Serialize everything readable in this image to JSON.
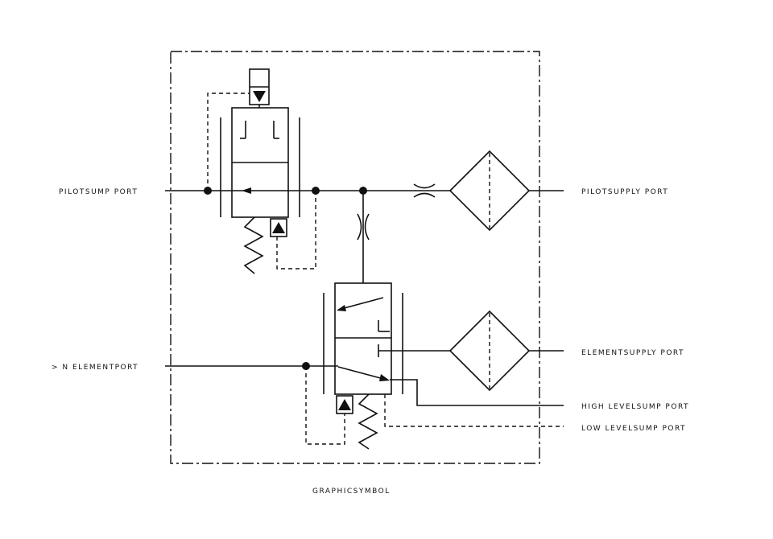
{
  "labels": {
    "pilot_sump_port": "PILOTSUMP PORT",
    "pilot_supply_port": "PILOTSUPPLY PORT",
    "in_element_port": "> N ELEMENTPORT",
    "element_supply_port": "ELEMENTSUPPLY PORT",
    "high_level_sump_port": "HIGH LEVELSUMP PORT",
    "low_level_sump_port": "LOW LEVELSUMP PORT",
    "caption": "GRAPHICSYMBOL"
  },
  "colors": {
    "line": "#111111",
    "background": "#ffffff"
  }
}
